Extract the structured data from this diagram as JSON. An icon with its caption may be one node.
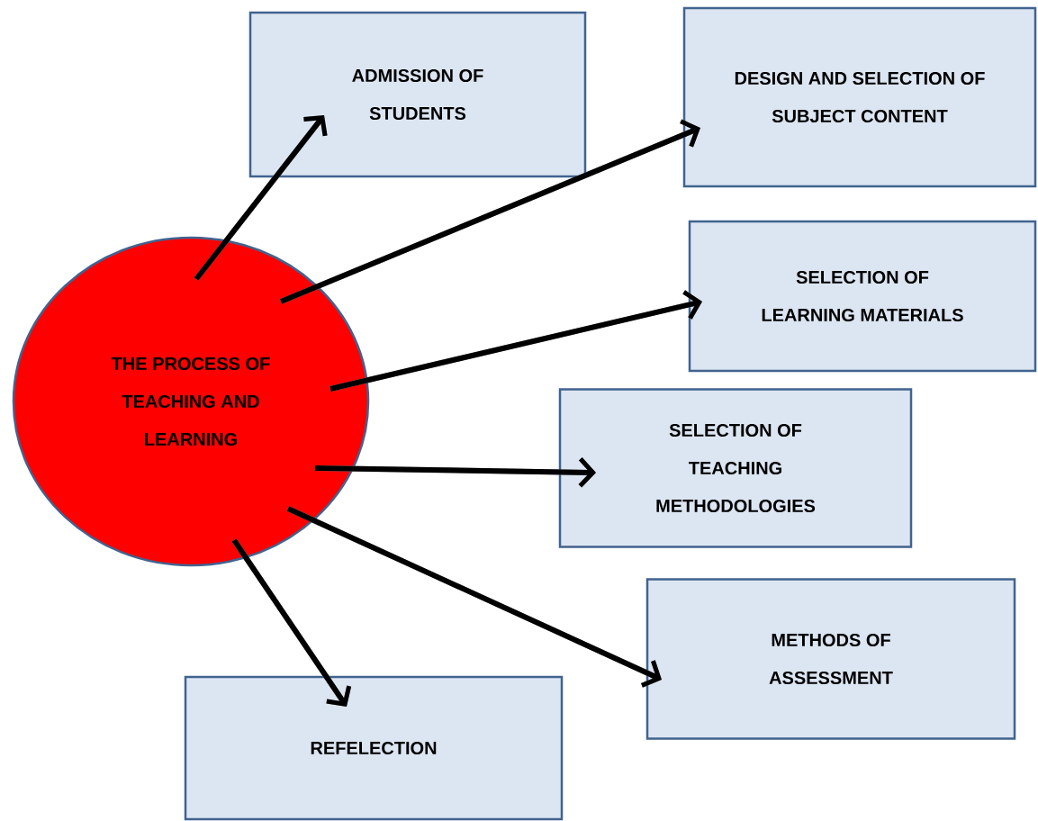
{
  "diagram": {
    "nodes": [
      {
        "text": [
          "THE PROCESS OF TEACHING AND LEARNING"
        ]
      },
      {
        "text": [
          "ADMISSION OF STUDENTS"
        ]
      },
      {
        "text": [
          "DESIGN AND SELECTION OF SUBJECT CONTENT"
        ]
      },
      {
        "text": [
          "SELECTION OF LEARNING MATERIALS"
        ]
      },
      {
        "text": [
          "SELECTION OF TEACHING METHODOLOGIES"
        ]
      },
      {
        "text": [
          "METHODS OF ASSESSMENT"
        ]
      },
      {
        "text": [
          "REFELECTION"
        ]
      }
    ],
    "edges": [
      {
        "from": 0,
        "to": 1,
        "arrow": "to"
      },
      {
        "from": 0,
        "to": 2,
        "arrow": "to"
      },
      {
        "from": 0,
        "to": 3,
        "arrow": "to"
      },
      {
        "from": 0,
        "to": 4,
        "arrow": "to"
      },
      {
        "from": 0,
        "to": 5,
        "arrow": "to"
      },
      {
        "from": 0,
        "to": 6,
        "arrow": "to"
      }
    ]
  }
}
